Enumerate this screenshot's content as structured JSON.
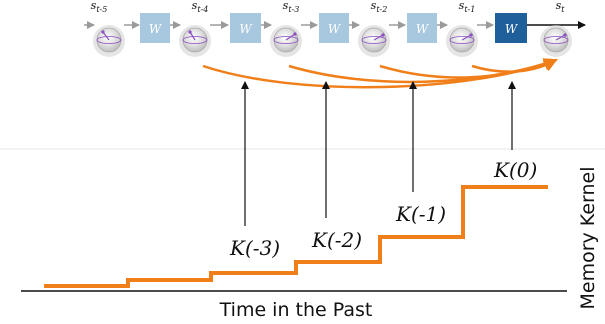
{
  "states": [
    "s_{t-5}",
    "s_{t-4}",
    "s_{t-3}",
    "s_{t-2}",
    "s_{t-1}",
    "s_t"
  ],
  "operator_label": "W",
  "kernel_labels": [
    "K(-3)",
    "K(-2)",
    "K(-1)",
    "K(0)"
  ],
  "x_axis_label": "Time in the Past",
  "y_axis_label": "Memory Kernel",
  "colors": {
    "accent": "#f07f1a",
    "operator_box": "#a8c8df",
    "operator_box_current": "#1f5f9a",
    "arrow_gray": "#9a9a9a"
  }
}
